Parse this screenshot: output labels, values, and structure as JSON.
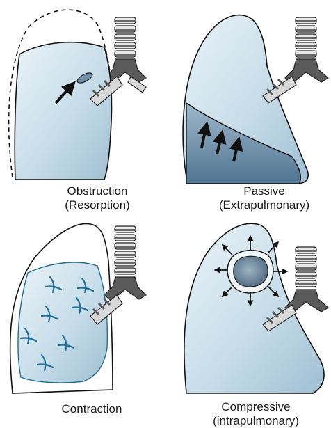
{
  "panels": [
    {
      "id": "obstruction",
      "caption_line1": "Obstruction",
      "caption_line2": "(Resorption)"
    },
    {
      "id": "passive",
      "caption_line1": "Passive",
      "caption_line2": "(Extrapulmonary)"
    },
    {
      "id": "contraction",
      "caption_line1": "Contraction",
      "caption_line2": ""
    },
    {
      "id": "compressive",
      "caption_line1": "Compressive",
      "caption_line2": "(intrapulmonary)"
    }
  ],
  "colors": {
    "lung_fill": "#c5dce9",
    "lung_fill_light": "#e3eef5",
    "collapsed_fill": "#6d8ea6",
    "scar_stroke": "#1d6f97",
    "trachea_dark": "#555555",
    "trachea_light": "#dcdcdc",
    "outline": "#111111"
  },
  "icons": [
    "obstruction-plug-icon",
    "arrow-icon",
    "scar-mark-icon",
    "mass-icon"
  ]
}
